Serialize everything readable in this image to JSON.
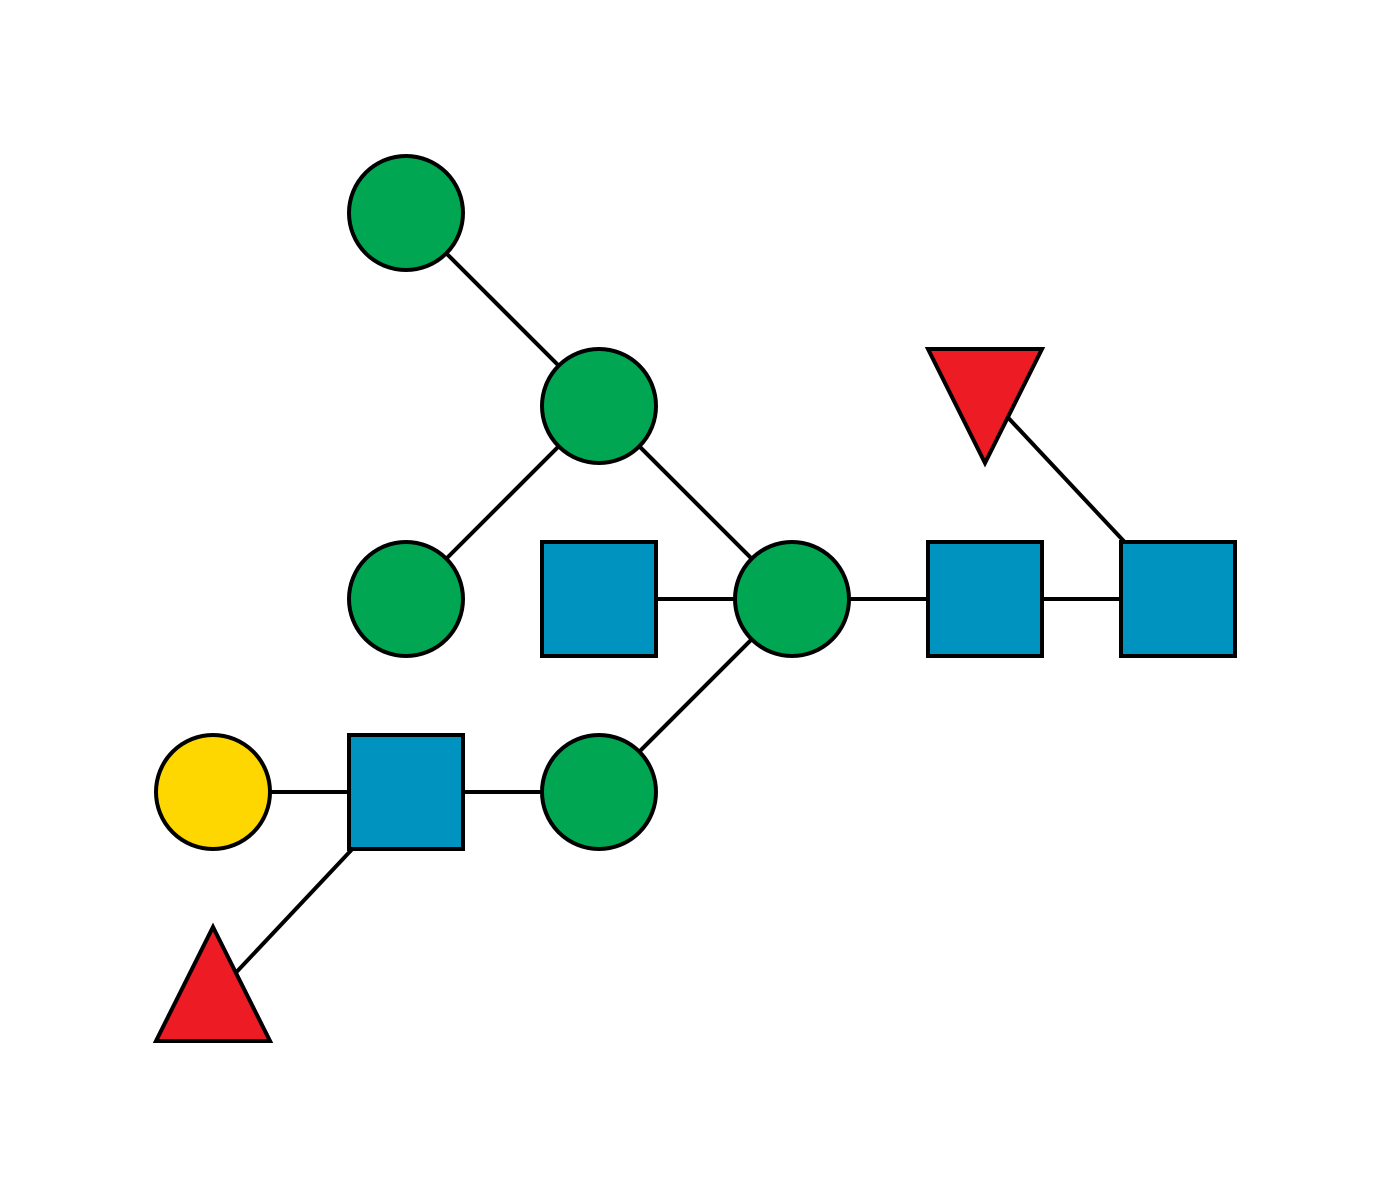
{
  "colors": {
    "background": "#ffffff",
    "outline": "#000000",
    "mannose": "#00a651",
    "glcnac": "#0093bf",
    "galactose": "#fed600",
    "fucose": "#ed1c24"
  },
  "residues": [
    {
      "id": "man-top",
      "symbol": "green-circle",
      "kind": "mannose"
    },
    {
      "id": "man-branch",
      "symbol": "green-circle",
      "kind": "mannose"
    },
    {
      "id": "man-left",
      "symbol": "green-circle",
      "kind": "mannose"
    },
    {
      "id": "man-core",
      "symbol": "green-circle",
      "kind": "mannose"
    },
    {
      "id": "man-lower",
      "symbol": "green-circle",
      "kind": "mannose"
    },
    {
      "id": "glcnac-bisecting",
      "symbol": "blue-square",
      "kind": "glcnac"
    },
    {
      "id": "glcnac-core-1",
      "symbol": "blue-square",
      "kind": "glcnac"
    },
    {
      "id": "glcnac-core-2",
      "symbol": "blue-square",
      "kind": "glcnac"
    },
    {
      "id": "glcnac-antenna",
      "symbol": "blue-square",
      "kind": "glcnac"
    },
    {
      "id": "gal-terminal",
      "symbol": "yellow-circle",
      "kind": "galactose"
    },
    {
      "id": "fuc-core",
      "symbol": "red-triangle-down",
      "kind": "fucose"
    },
    {
      "id": "fuc-antenna",
      "symbol": "red-triangle-up",
      "kind": "fucose"
    }
  ],
  "linkages": [
    [
      "man-top",
      "man-branch"
    ],
    [
      "man-branch",
      "man-left"
    ],
    [
      "man-branch",
      "man-core"
    ],
    [
      "glcnac-bisecting",
      "man-core"
    ],
    [
      "man-core",
      "glcnac-core-1"
    ],
    [
      "glcnac-core-1",
      "glcnac-core-2"
    ],
    [
      "glcnac-core-2",
      "fuc-core"
    ],
    [
      "man-core",
      "man-lower"
    ],
    [
      "man-lower",
      "glcnac-antenna"
    ],
    [
      "glcnac-antenna",
      "gal-terminal"
    ],
    [
      "glcnac-antenna",
      "fuc-antenna"
    ]
  ]
}
